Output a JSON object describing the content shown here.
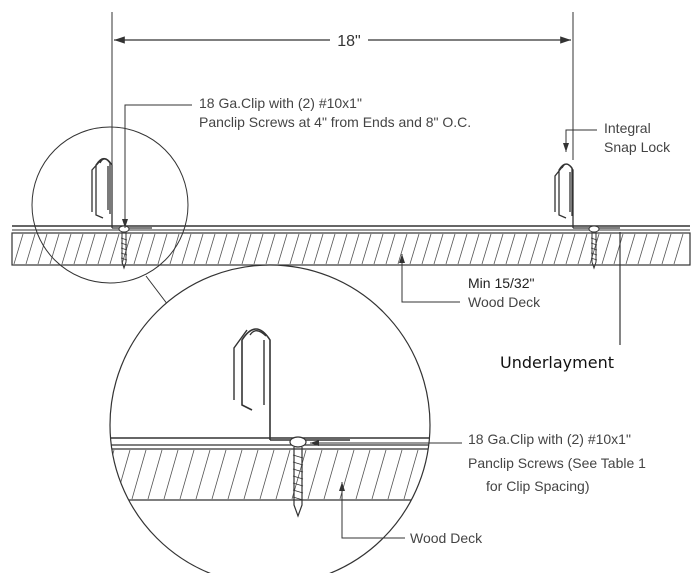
{
  "dimension": {
    "label": "18\""
  },
  "top_clip_label": {
    "line1": "18 Ga.Clip with (2) #10x1\"",
    "line2": "Panclip Screws at 4\" from Ends and 8\" O.C."
  },
  "snap_lock_label": {
    "line1": "Integral",
    "line2": "Snap Lock"
  },
  "deck_label": {
    "line1": "Min 15/32\"",
    "line2": "Wood Deck"
  },
  "underlayment_label": "Underlayment",
  "detail_clip_label": {
    "line1": "18 Ga.Clip with (2) #10x1\"",
    "line2": "Panclip Screws (See Table 1",
    "line3": "for Clip Spacing)"
  },
  "detail_deck_label": "Wood Deck",
  "colors": {
    "line": "#333333",
    "text": "#444444"
  }
}
